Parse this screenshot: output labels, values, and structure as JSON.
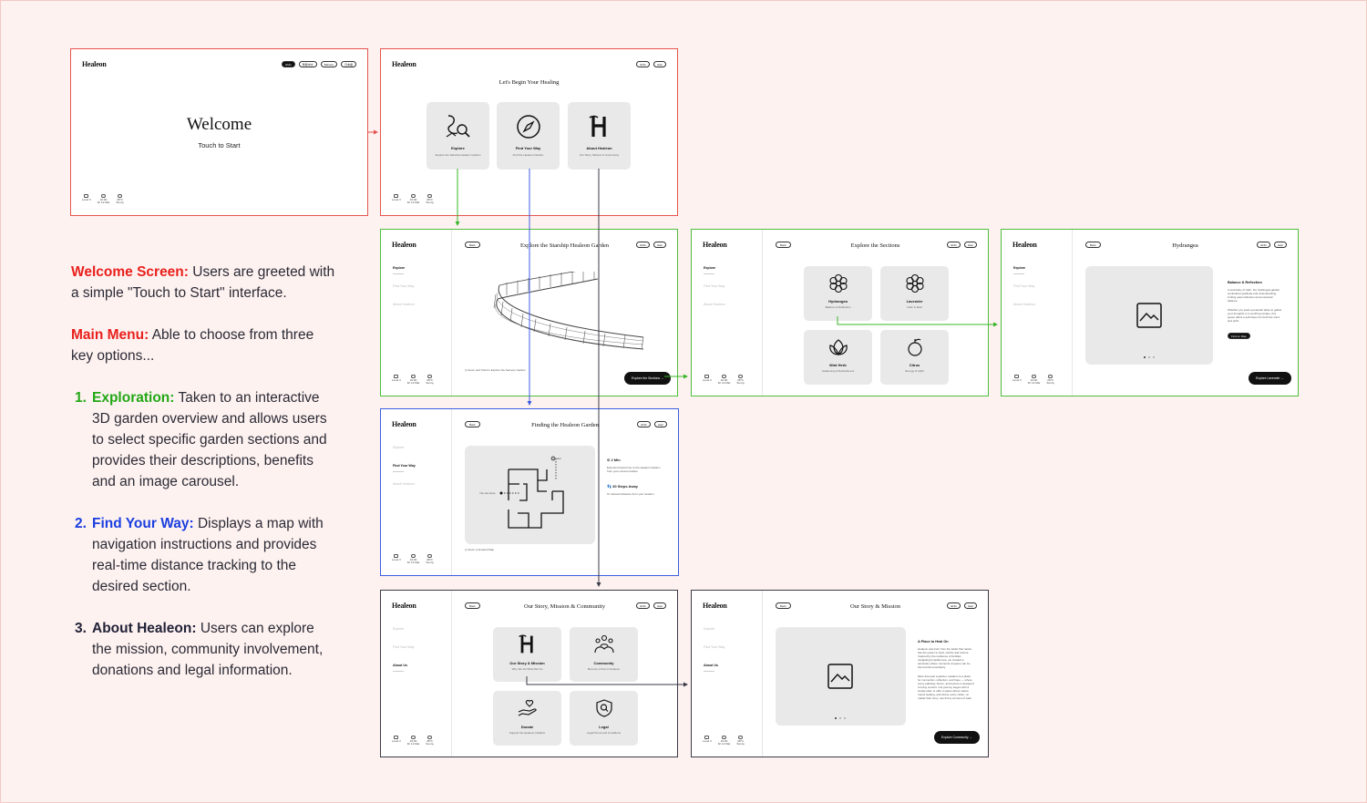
{
  "colors": {
    "background": "#fef2f0",
    "red": "#e8201c",
    "green": "#22a816",
    "blue": "#1b3fe0",
    "dark": "#222238"
  },
  "description": {
    "welcome_title": "Welcome Screen:",
    "welcome_text": " Users are greeted with a simple \"Touch to Start\" interface.",
    "menu_title": "Main Menu:",
    "menu_text": " Able to choose from three key options...",
    "items": [
      {
        "num": "1.",
        "title": "Exploration:",
        "text": " Taken to an interactive 3D garden overview and allows users to select specific garden sections and provides their descriptions, benefits and an image carousel."
      },
      {
        "num": "2.",
        "title": "Find Your Way:",
        "text": " Displays a map with navigation instructions and provides real-time distance tracking to the desired section."
      },
      {
        "num": "3.",
        "title": "About Healeon:",
        "text": " Users can explore the mission, community involvement, donations and legal information."
      }
    ]
  },
  "common": {
    "logo": "Healeon",
    "back": "Back",
    "eng": "ENG",
    "help": "Help",
    "nav": {
      "explore": "Explore",
      "find": "Find Your Way",
      "about": "About Healeon",
      "about_us": "About Us"
    },
    "status": [
      {
        "value": "Level 3"
      },
      {
        "value": "10:00",
        "sub": "Fri 12 Mar"
      },
      {
        "value": "28°C",
        "sub": "Sunny"
      }
    ]
  },
  "welcome": {
    "title": "Welcome",
    "subtitle": "Touch to Start",
    "langs": [
      "ENG",
      "繁體中文",
      "Bahasa",
      "日本語"
    ]
  },
  "menu": {
    "title": "Let's Begin Your Healing",
    "cards": [
      {
        "title": "Explore",
        "sub": "Explore the Starship Healeon Garden",
        "icon": "map-search-icon"
      },
      {
        "title": "Find Your Way",
        "sub": "Find the Healeon Garden",
        "icon": "compass-icon"
      },
      {
        "title": "About Healeon",
        "sub": "Our Story, Mission & Community",
        "icon": "healeon-h-icon"
      }
    ]
  },
  "explore_garden": {
    "title": "Explore the Starship Healeon Garden",
    "hint": "Zoom and Twist to Explore the Sensory Garden",
    "button": "Explore the Sections"
  },
  "sections": {
    "title": "Explore the Sections",
    "cards": [
      {
        "title": "Hydrangea",
        "sub": "Balance & Reflection",
        "icon": "flower-icon"
      },
      {
        "title": "Lavender",
        "sub": "Calm & Rest",
        "icon": "flower-icon"
      },
      {
        "title": "Mint Herb",
        "sub": "Awakening & Refreshment",
        "icon": "leaf-icon"
      },
      {
        "title": "Citrus",
        "sub": "Energy & Uplift",
        "icon": "fruit-icon"
      }
    ]
  },
  "hydrangea": {
    "title": "Hydrangea",
    "heading": "Balance & Reflection",
    "body1": "A sanctuary of calm, the hydrangea garden symbolizes gratitude and understanding, inviting quiet reflection and emotional balance.",
    "body2": "Whether you seek a peaceful place to gather your thoughts or a soothing escape, this space offers a soft haven for both the mind and spirit.",
    "pill": "Find on Map",
    "button": "Explore Lavender"
  },
  "findway": {
    "title": "Finding the Healeon Garden",
    "elevator": "Elevator",
    "you_are_here": "You are Here",
    "time": "2 Min",
    "time_desc": "Expected travel time to the Healeon Garden from your current location",
    "steps": "30 Steps Away",
    "steps_desc": "To reduced distance from your location",
    "zoom": "Zoom to Expand Map"
  },
  "about": {
    "title": "Our Story, Mission & Community",
    "cards": [
      {
        "title": "Our Story & Mission",
        "sub": "Why We Do What We Do",
        "icon": "healeon-h-icon"
      },
      {
        "title": "Community",
        "sub": "Become a Part of Healeon",
        "icon": "community-icon"
      },
      {
        "title": "Donate",
        "sub": "Support the Healeon Initiative",
        "icon": "donate-hand-icon"
      },
      {
        "title": "Legal",
        "sub": "Legal Terms and Conditions",
        "icon": "shield-icon"
      }
    ]
  },
  "story": {
    "title": "Our Story & Mission",
    "heading": "A Place to Heal On",
    "body1": "Healeon was born from the belief that nature has the power to heal, soothe and restore. Inspired by the resilience of families navigating hospital care, we created a sanctuary where moments of peace can be found amid uncertainty.",
    "body2": "More than just a garden, Healeon is a place for connection, reflection, and hope — where every pathway, bloom, and texture is designed to bring comfort. Our journey began with a simple idea: to offer a space where nature meets healing, and where every visitor, no matter their story, can find a moment of calm.",
    "button": "Explore Community"
  }
}
